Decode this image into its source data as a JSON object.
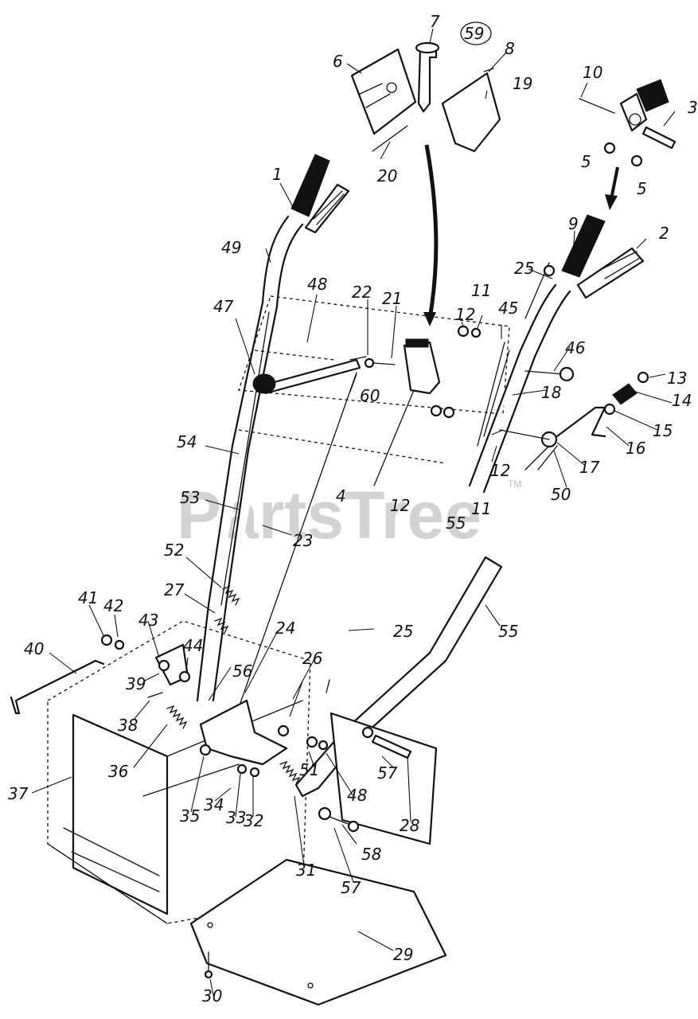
{
  "diagram": {
    "watermark": "PartsTree",
    "watermark_tm": "TM",
    "ref_number": "59",
    "callouts": [
      "1",
      "2",
      "4",
      "5",
      "5",
      "6",
      "7",
      "8",
      "9",
      "10",
      "11",
      "11",
      "12",
      "12",
      "12",
      "12",
      "13",
      "14",
      "15",
      "16",
      "17",
      "18",
      "19",
      "20",
      "21",
      "22",
      "23",
      "24",
      "25",
      "25",
      "26",
      "27",
      "28",
      "29",
      "30",
      "31",
      "32",
      "33",
      "34",
      "35",
      "36",
      "37",
      "38",
      "39",
      "40",
      "41",
      "42",
      "43",
      "44",
      "45",
      "46",
      "47",
      "48",
      "48",
      "49",
      "50",
      "51",
      "52",
      "53",
      "54",
      "55",
      "55",
      "56",
      "57",
      "57",
      "58",
      "60",
      "3"
    ]
  }
}
